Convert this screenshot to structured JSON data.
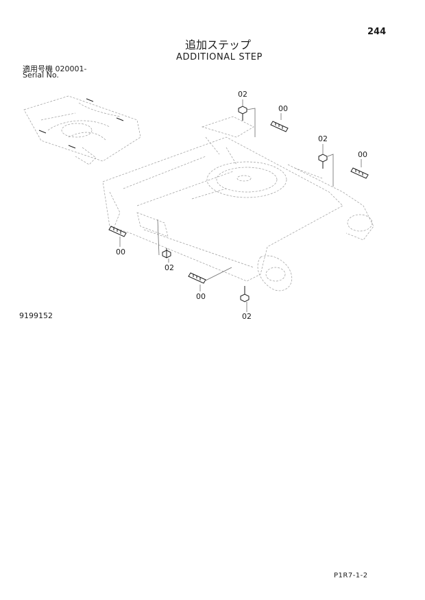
{
  "header": {
    "page_number": "244",
    "title_jp": "追加ステップ",
    "title_en": "ADDITIONAL STEP"
  },
  "serial": {
    "label_jp": "適用号機",
    "value": "020001-",
    "label_en": "Serial No."
  },
  "callouts": [
    "02",
    "00",
    "02",
    "00",
    "00",
    "02",
    "00",
    "02"
  ],
  "drawing_number": "9199152",
  "footer": {
    "code": "P1R7-1-2"
  }
}
